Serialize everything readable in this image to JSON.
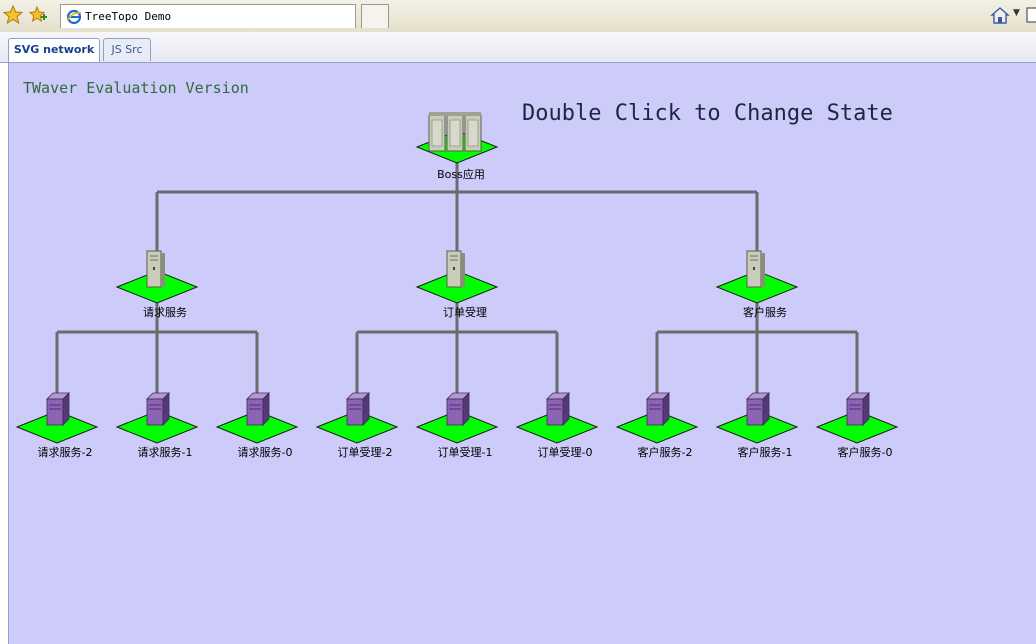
{
  "browser": {
    "tab_title": "TreeTopo Demo",
    "icons": [
      "favorites-star-icon",
      "add-favorite-icon",
      "ie-page-icon",
      "home-icon",
      "page-menu-icon"
    ]
  },
  "app_tabs": [
    {
      "label": "SVG network",
      "selected": true
    },
    {
      "label": "JS Src",
      "selected": false
    }
  ],
  "canvas": {
    "background": "#cdcbf9",
    "watermark": "TWaver Evaluation Version",
    "hint": "Double Click to Change State",
    "node_diamond_color": "#00ff00",
    "link_color": "#6b6b6b"
  },
  "tree": {
    "root": {
      "label": "Boss应用",
      "icon": "server-cluster-icon"
    },
    "groups": [
      {
        "label": "请求服务",
        "icon": "server-icon",
        "children": [
          "请求服务-2",
          "请求服务-1",
          "请求服务-0"
        ]
      },
      {
        "label": "订单受理",
        "icon": "server-icon",
        "children": [
          "订单受理-2",
          "订单受理-1",
          "订单受理-0"
        ]
      },
      {
        "label": "客户服务",
        "icon": "server-icon",
        "children": [
          "客户服务-2",
          "客户服务-1",
          "客户服务-0"
        ]
      }
    ],
    "leaf_icon": "workstation-icon"
  }
}
